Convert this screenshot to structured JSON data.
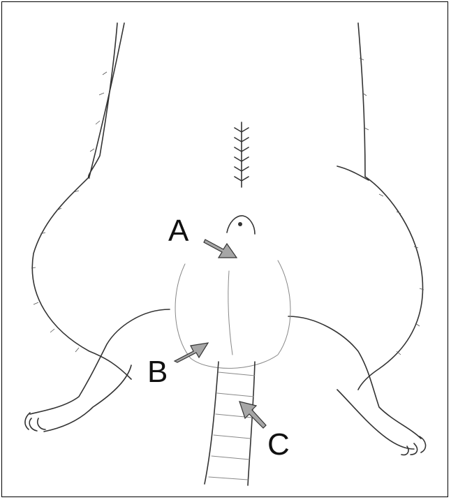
{
  "labels": {
    "a": "A",
    "b": "B",
    "c": "C"
  },
  "colors": {
    "arrow_fill": "#a6a6a6",
    "arrow_stroke": "#333333",
    "line": "#333333"
  }
}
